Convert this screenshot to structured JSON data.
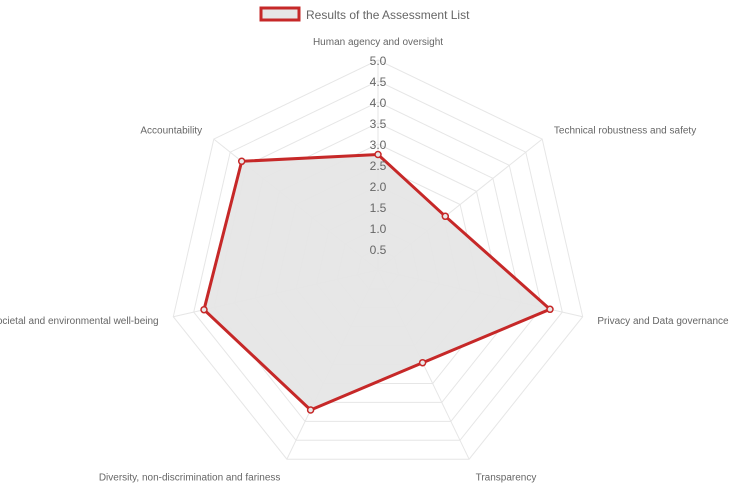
{
  "chart_data": {
    "type": "radar",
    "labels": [
      "Human agency and oversight",
      "Technical robustness and safety",
      "Privacy and Data governance",
      "Transparency",
      "Diversity, non-discrimination and fariness",
      "Societal and environmental well-being",
      "Accountability"
    ],
    "ticks": [
      "0.5",
      "1.0",
      "1.5",
      "2.0",
      "2.5",
      "3.0",
      "3.5",
      "4.0",
      "4.5",
      "5.0"
    ],
    "rlim": [
      0,
      5
    ],
    "grid": true,
    "legend_position": "top",
    "series": [
      {
        "name": "Results of the Assessment List",
        "values": [
          2.75,
          2.05,
          4.2,
          2.45,
          3.7,
          4.25,
          4.15
        ],
        "stroke": "#c62828",
        "fill": "#e6e6e6"
      }
    ]
  }
}
